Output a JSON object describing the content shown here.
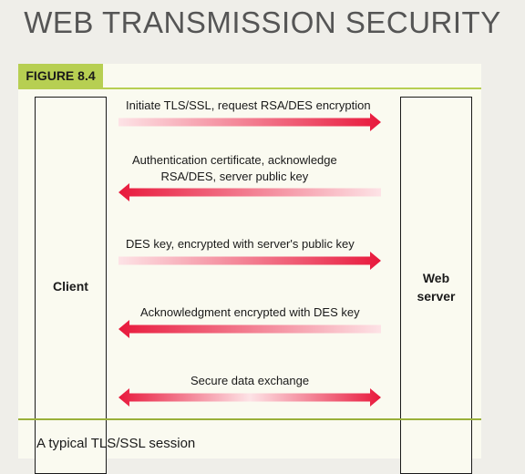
{
  "title": "WEB TRANSMISSION SECURITY",
  "figure_label": "FIGURE 8.4",
  "entities": {
    "client": "Client",
    "server_line1": "Web",
    "server_line2": "server"
  },
  "messages": [
    {
      "direction": "to-server",
      "line1": "Initiate TLS/SSL, request RSA/DES encryption",
      "line2": ""
    },
    {
      "direction": "to-client",
      "line1": "Authentication certificate, acknowledge",
      "line2": "RSA/DES, server public key"
    },
    {
      "direction": "to-server",
      "line1": "DES key, encrypted with server's public key",
      "line2": ""
    },
    {
      "direction": "to-client",
      "line1": "Acknowledgment encrypted with DES key",
      "line2": ""
    },
    {
      "direction": "both",
      "line1": "Secure data exchange",
      "line2": ""
    }
  ],
  "caption": "A typical TLS/SSL session",
  "colors": {
    "arrow": "#e8193c",
    "arrow_fade": "#fde3e6",
    "figure_label_bg": "#b7cf52",
    "panel_bg": "#fafaf0"
  }
}
